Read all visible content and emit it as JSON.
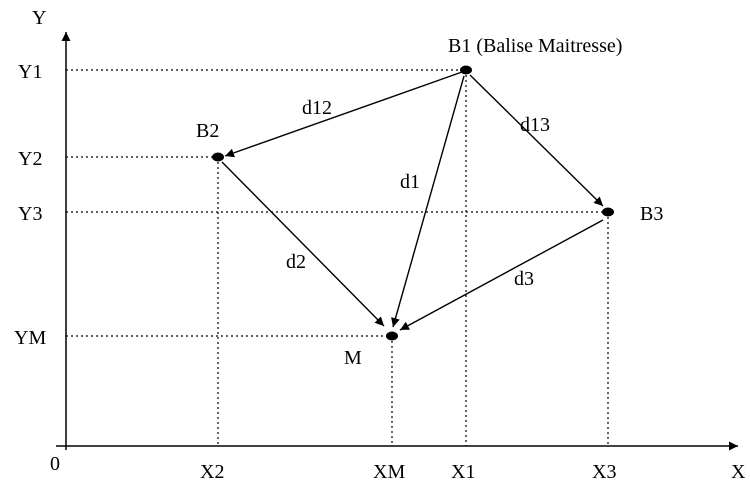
{
  "axes": {
    "x_label": "X",
    "y_label": "Y",
    "origin_label": "0"
  },
  "ticks": {
    "x": [
      "X2",
      "XM",
      "X1",
      "X3"
    ],
    "y": [
      "Y1",
      "Y2",
      "Y3",
      "YM"
    ]
  },
  "nodes": [
    {
      "id": "B1",
      "label": "B1 (Balise Maitresse)"
    },
    {
      "id": "B2",
      "label": "B2"
    },
    {
      "id": "B3",
      "label": "B3"
    },
    {
      "id": "M",
      "label": "M"
    }
  ],
  "edges": [
    {
      "from": "B1",
      "to": "B2",
      "label": "d12"
    },
    {
      "from": "B1",
      "to": "B3",
      "label": "d13"
    },
    {
      "from": "B1",
      "to": "M",
      "label": "d1"
    },
    {
      "from": "B2",
      "to": "M",
      "label": "d2"
    },
    {
      "from": "B3",
      "to": "M",
      "label": "d3"
    }
  ]
}
